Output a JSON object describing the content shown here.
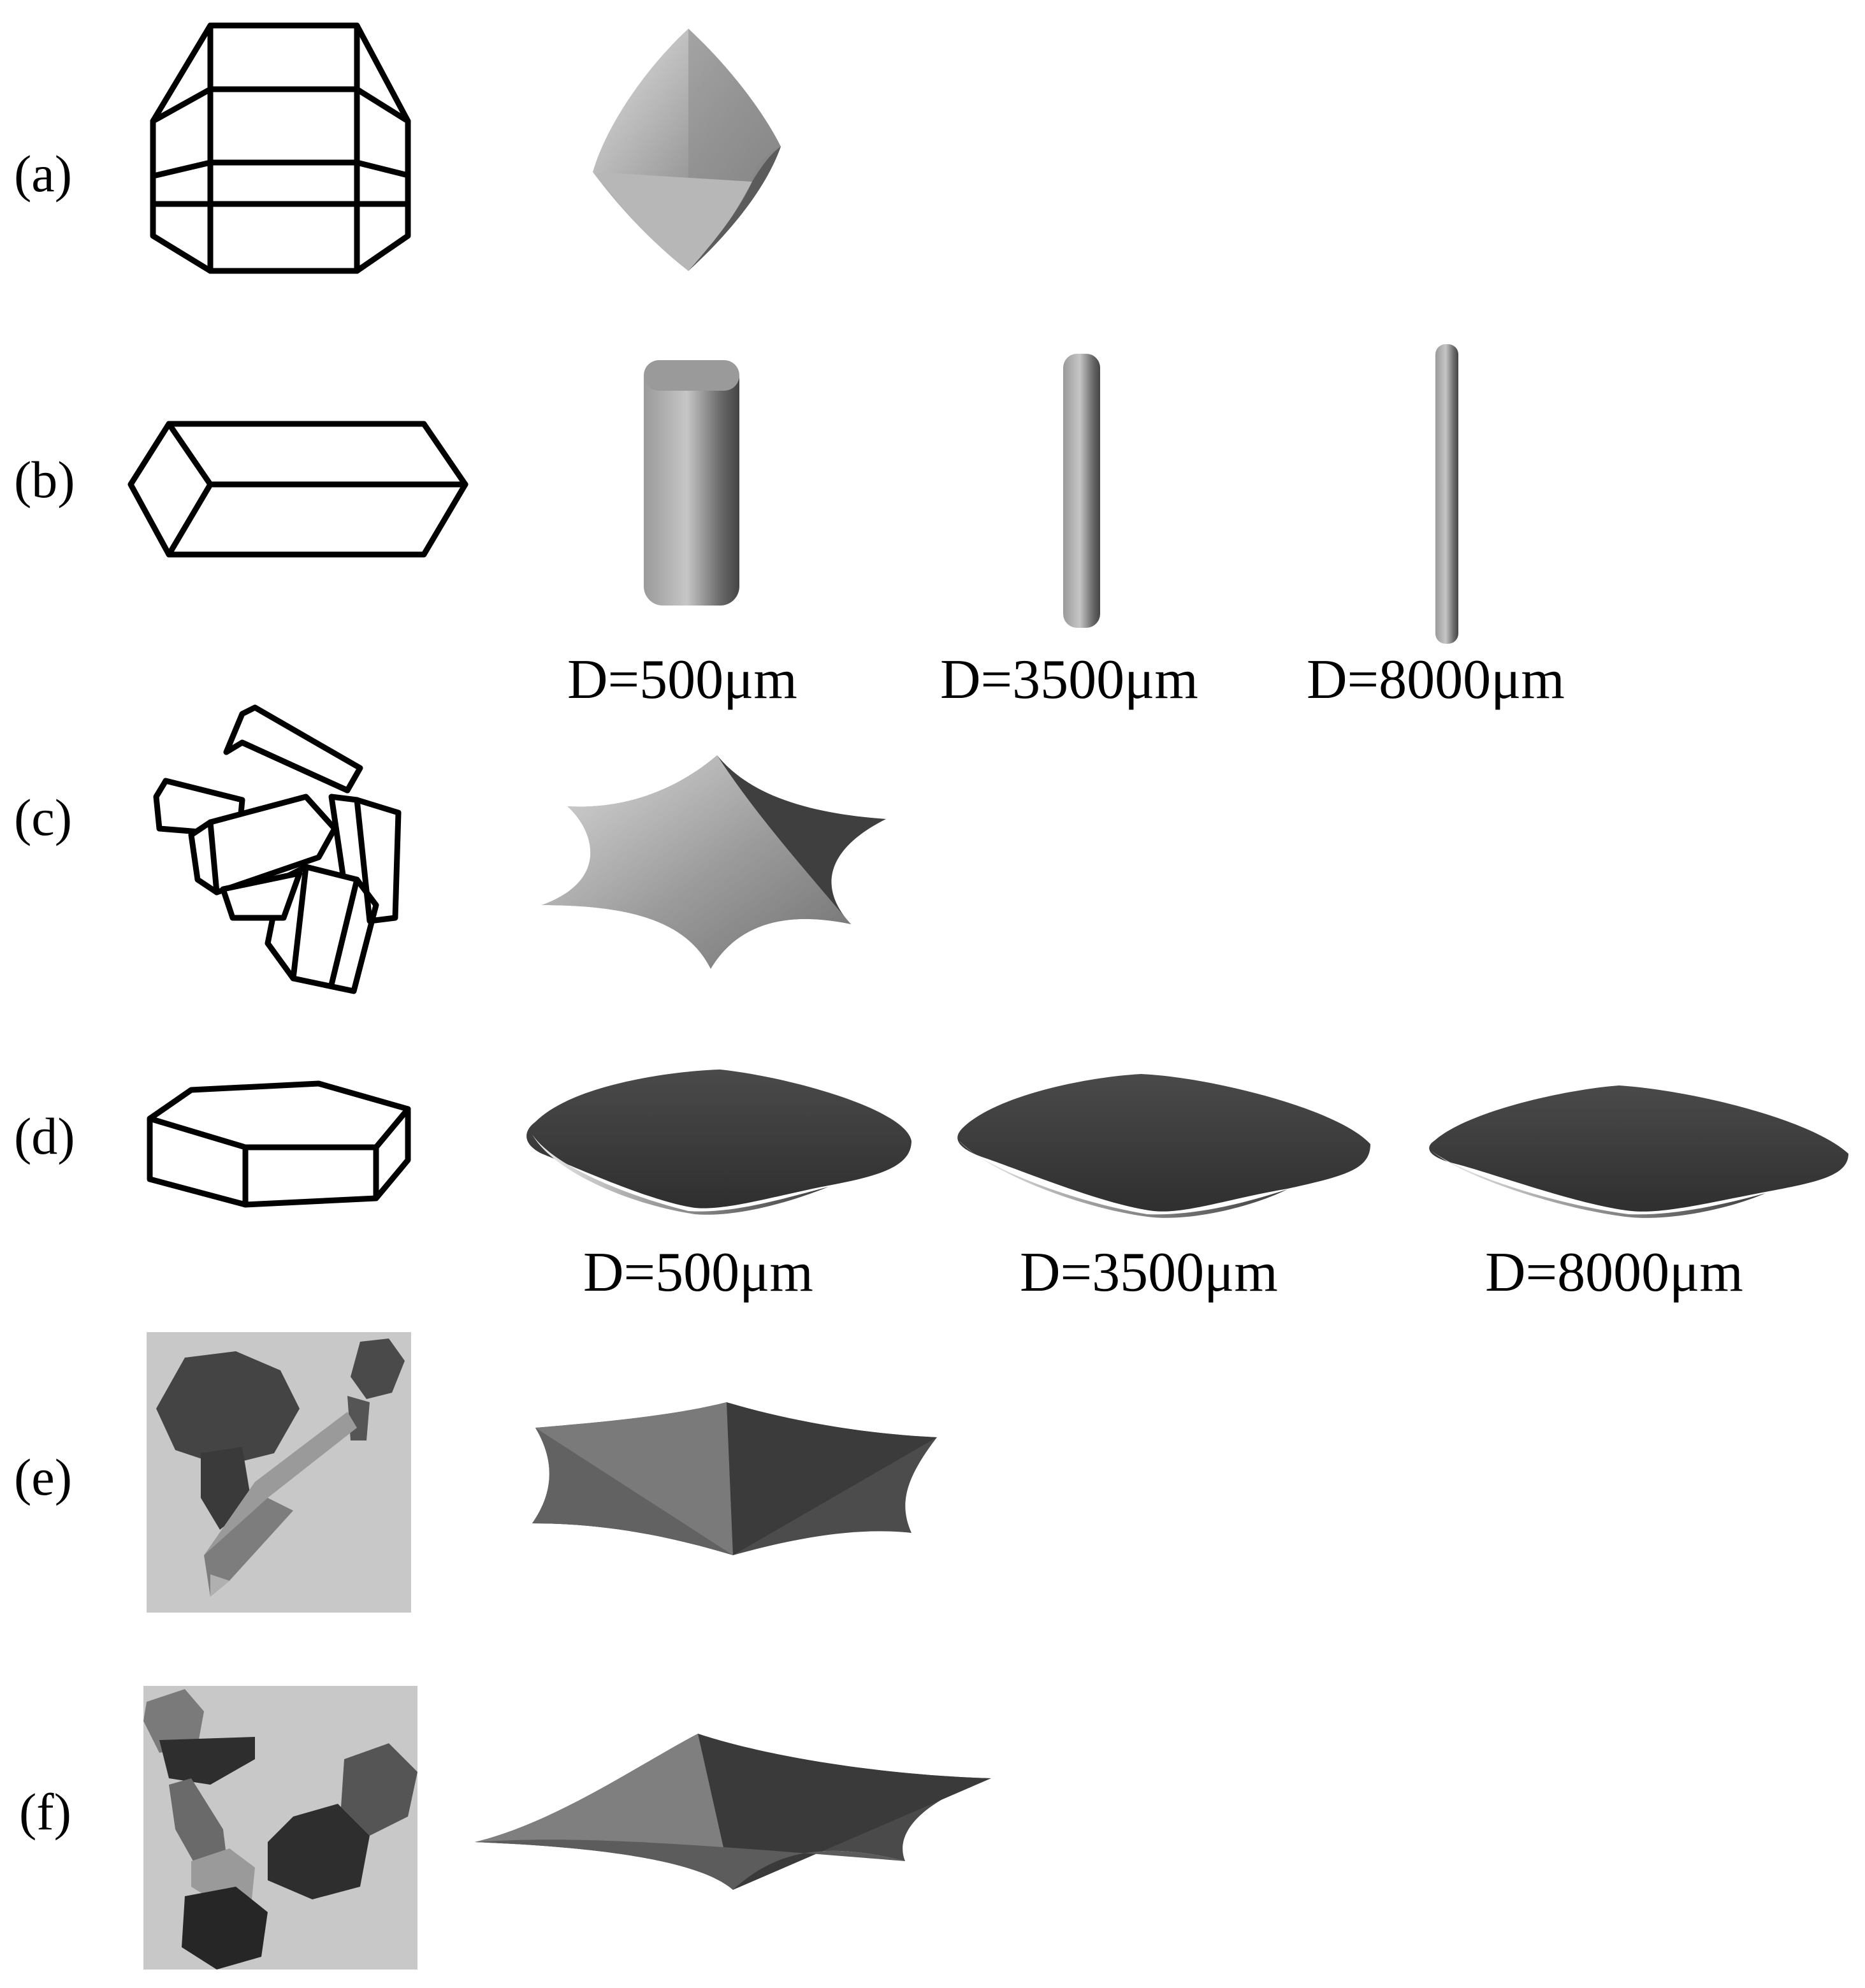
{
  "figure": {
    "rows": [
      {
        "label": "(a)",
        "sizes": []
      },
      {
        "label": "(b)",
        "sizes": [
          "D=500μm",
          "D=3500μm",
          "D=8000μm"
        ]
      },
      {
        "label": "(c)",
        "sizes": []
      },
      {
        "label": "(d)",
        "sizes": [
          "D=500μm",
          "D=3500μm",
          "D=8000μm"
        ]
      },
      {
        "label": "(e)",
        "sizes": []
      },
      {
        "label": "(f)",
        "sizes": []
      }
    ],
    "colors": {
      "outline": "#000000",
      "render_light": "#b5b5b5",
      "render_mid": "#7d7d7d",
      "render_dark": "#3c3c3c",
      "panel_bg": "#c8c8c8"
    }
  }
}
